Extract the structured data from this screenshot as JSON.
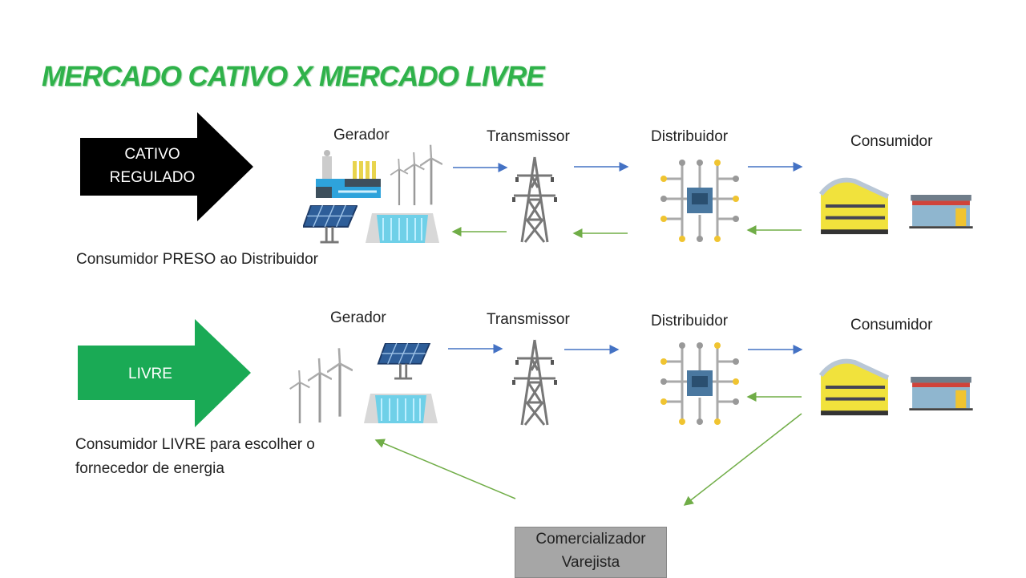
{
  "title": "MERCADO CATIVO X MERCADO LIVRE",
  "colors": {
    "title": "#2fb24a",
    "cativo_arrow": "#000000",
    "livre_arrow": "#1aaa55",
    "forward_arrow": "#4472c4",
    "return_arrow": "#70ad47",
    "box": "#a6a6a6"
  },
  "cativo": {
    "arrow_line1": "CATIVO",
    "arrow_line2": "REGULADO",
    "gerador": "Gerador",
    "transmissor": "Transmissor",
    "distribuidor": "Distribuidor",
    "consumidor": "Consumidor",
    "caption": "Consumidor PRESO ao Distribuidor"
  },
  "livre": {
    "arrow_label": "LIVRE",
    "gerador": "Gerador",
    "transmissor": "Transmissor",
    "distribuidor": "Distribuidor",
    "consumidor": "Consumidor",
    "caption_line1": "Consumidor LIVRE para escolher o",
    "caption_line2": "fornecedor de energia"
  },
  "comercializador": {
    "line1": "Comercializador",
    "line2": "Varejista"
  }
}
